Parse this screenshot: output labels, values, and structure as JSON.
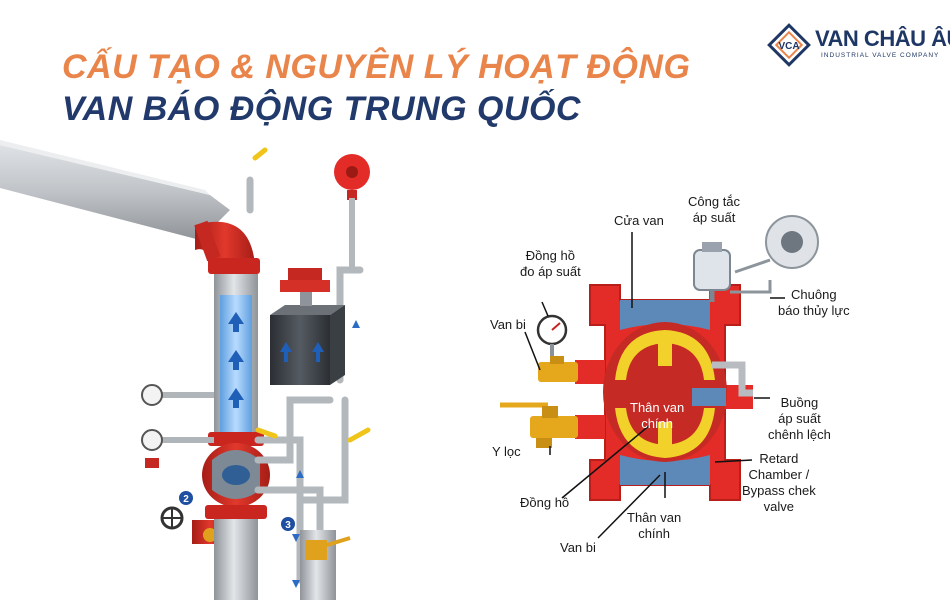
{
  "title": {
    "line1": "CẤU TẠO & NGUYÊN LÝ HOẠT ĐỘNG",
    "line2": "VAN BÁO ĐỘNG TRUNG QUỐC"
  },
  "logo": {
    "mark": "VCA",
    "name": "VAN CHÂU ÂU",
    "tagline": "INDUSTRIAL VALVE COMPANY"
  },
  "illustration": {
    "callouts": [
      "2",
      "3"
    ]
  },
  "diagram": {
    "labels": {
      "cua_van": "Cửa van",
      "cong_tac": "Công tắc\náp suất",
      "dong_ho_do": "Đồng hồ\nđo áp suất",
      "chuong": "Chuông\nbáo thủy lực",
      "van_bi_top": "Van bi",
      "than_van_center": "Thân van\nchính",
      "buong": "Buồng\náp suất\nchênh lệch",
      "y_loc": "Y lọc",
      "retard": "Retard\nChamber /\nBypass chek\nvalve",
      "dong_ho": "Đồng hồ",
      "than_van_bottom": "Thân van\nchính",
      "van_bi_bottom": "Van bi"
    }
  },
  "colors": {
    "title_orange": "#e9854a",
    "title_navy": "#213a6b",
    "valve_red": "#e32b27",
    "valve_blue": "#5d89b8",
    "clapper_yellow": "#f2d22a",
    "pipe_gray": "#b8bcc0"
  }
}
